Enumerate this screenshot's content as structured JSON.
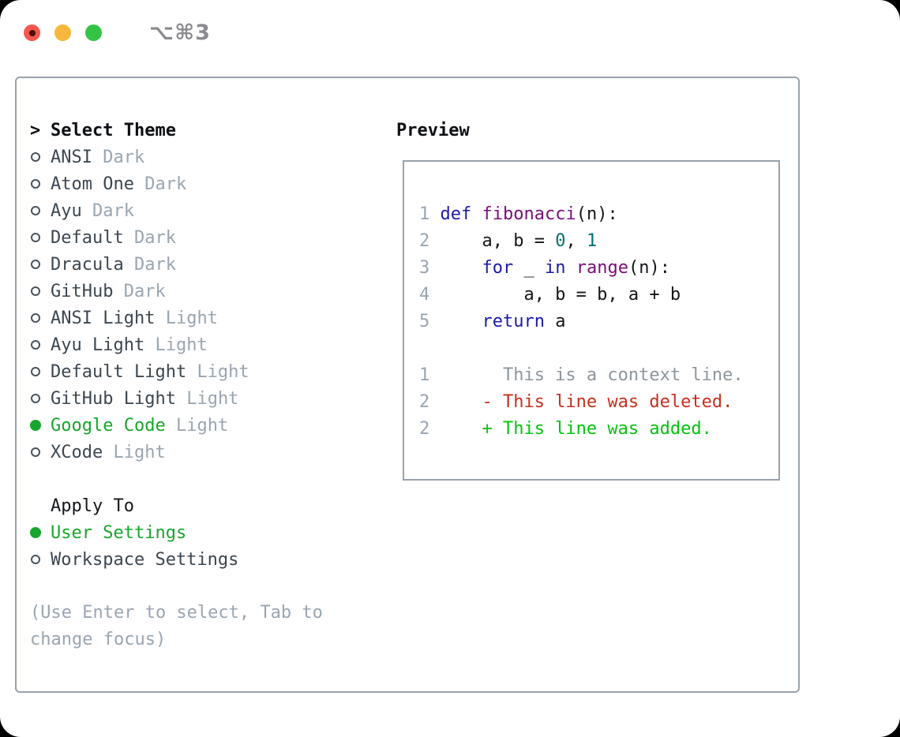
{
  "titlebar": {
    "shortcut": "⌥⌘3"
  },
  "colors": {
    "accent_green": "#17a62c",
    "muted_gray": "#9aa5b2",
    "panel_border": "#99a2ac",
    "keyword_blue": "#1b1ba8",
    "function_purple": "#7a0d7a",
    "literal_teal": "#076e6e",
    "deleted_red": "#c5301d",
    "added_green": "#04c20e",
    "traffic_red": "#f4574e",
    "traffic_yellow": "#f6b73c",
    "traffic_green": "#35c344"
  },
  "theme_panel": {
    "header": {
      "prefix": ">",
      "label": "Select Theme"
    },
    "themes": [
      {
        "name": "ANSI",
        "variant": "Dark",
        "selected": false
      },
      {
        "name": "Atom One",
        "variant": "Dark",
        "selected": false
      },
      {
        "name": "Ayu",
        "variant": "Dark",
        "selected": false
      },
      {
        "name": "Default",
        "variant": "Dark",
        "selected": false
      },
      {
        "name": "Dracula",
        "variant": "Dark",
        "selected": false
      },
      {
        "name": "GitHub",
        "variant": "Dark",
        "selected": false
      },
      {
        "name": "ANSI Light",
        "variant": "Light",
        "selected": false
      },
      {
        "name": "Ayu Light",
        "variant": "Light",
        "selected": false
      },
      {
        "name": "Default Light",
        "variant": "Light",
        "selected": false
      },
      {
        "name": "GitHub Light",
        "variant": "Light",
        "selected": false
      },
      {
        "name": "Google Code",
        "variant": "Light",
        "selected": true
      },
      {
        "name": "XCode",
        "variant": "Light",
        "selected": false
      }
    ],
    "apply_to": {
      "label": "Apply To",
      "options": [
        {
          "label": "User Settings",
          "selected": true
        },
        {
          "label": "Workspace Settings",
          "selected": false
        }
      ]
    },
    "hint": "(Use Enter to select, Tab to change focus)"
  },
  "preview": {
    "title": "Preview",
    "lines": [
      {
        "num": "1",
        "segs": [
          {
            "t": "def",
            "c": "kw"
          },
          {
            "t": " ",
            "c": "pl"
          },
          {
            "t": "fibonacci",
            "c": "fn"
          },
          {
            "t": "(n):",
            "c": "pl"
          }
        ]
      },
      {
        "num": "2",
        "segs": [
          {
            "t": "    a, b = ",
            "c": "pl"
          },
          {
            "t": "0",
            "c": "lit"
          },
          {
            "t": ", ",
            "c": "pl"
          },
          {
            "t": "1",
            "c": "lit"
          }
        ]
      },
      {
        "num": "3",
        "segs": [
          {
            "t": "    ",
            "c": "pl"
          },
          {
            "t": "for",
            "c": "kw"
          },
          {
            "t": " _ ",
            "c": "pl"
          },
          {
            "t": "in",
            "c": "kw"
          },
          {
            "t": " ",
            "c": "pl"
          },
          {
            "t": "range",
            "c": "fn"
          },
          {
            "t": "(n):",
            "c": "pl"
          }
        ]
      },
      {
        "num": "4",
        "segs": [
          {
            "t": "        a, b = b, a + b",
            "c": "pl"
          }
        ]
      },
      {
        "num": "5",
        "segs": [
          {
            "t": "    ",
            "c": "pl"
          },
          {
            "t": "return",
            "c": "kw"
          },
          {
            "t": " a",
            "c": "pl"
          }
        ]
      },
      {
        "num": "",
        "segs": []
      },
      {
        "num": "1",
        "segs": [
          {
            "t": "      This is a context line.",
            "c": "ctx"
          }
        ]
      },
      {
        "num": "2",
        "segs": [
          {
            "t": "    ",
            "c": "pl"
          },
          {
            "t": "- This line was deleted.",
            "c": "del"
          }
        ]
      },
      {
        "num": "2",
        "segs": [
          {
            "t": "    ",
            "c": "pl"
          },
          {
            "t": "+ This line was added.",
            "c": "add"
          }
        ]
      }
    ]
  }
}
